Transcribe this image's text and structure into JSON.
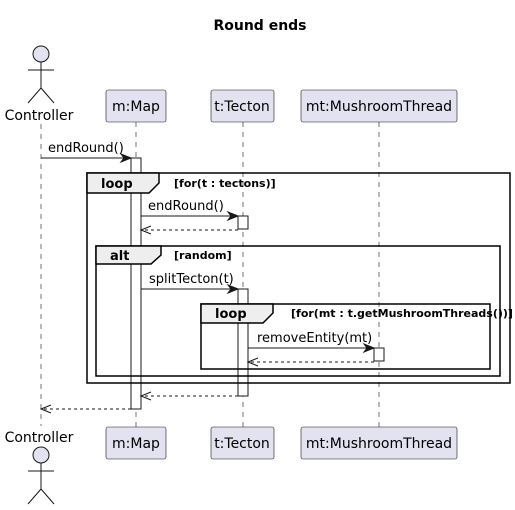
{
  "title": "Round ends",
  "participants": {
    "controller": "Controller",
    "map": "m:Map",
    "tecton": "t:Tecton",
    "thread": "mt:MushroomThread"
  },
  "messages": {
    "end_round_map": "endRound()",
    "end_round_tecton": "endRound()",
    "split_tecton": "splitTecton(t)",
    "remove_entity": "removeEntity(mt)"
  },
  "fragments": {
    "outer_loop": {
      "operator": "loop",
      "guard": "[for(t : tectons)]"
    },
    "alt": {
      "operator": "alt",
      "guard": "[random]"
    },
    "inner_loop": {
      "operator": "loop",
      "guard": "[for(mt : t.getMushroomThreads())]"
    }
  }
}
